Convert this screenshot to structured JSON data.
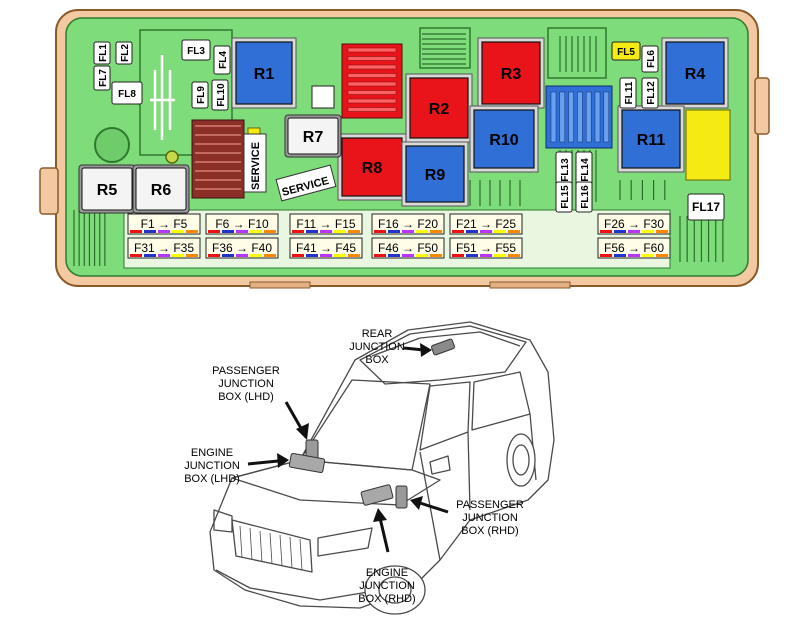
{
  "colors": {
    "housing": "#f2c9a0",
    "housing_stroke": "#8a5a2b",
    "board": "#7fdc7a",
    "board_dark": "#3b9a3b",
    "relay_blue": "#2f6fd6",
    "relay_red": "#e8141a",
    "module_yellow": "#f4ea14",
    "white_relay": "#f4f4f4",
    "fuse_white": "#ffffff"
  },
  "relays_large": [
    {
      "label": "R1",
      "color": "blue"
    },
    {
      "label": "R2",
      "color": "red"
    },
    {
      "label": "R3",
      "color": "red"
    },
    {
      "label": "R4",
      "color": "blue"
    },
    {
      "label": "R8",
      "color": "red"
    },
    {
      "label": "R9",
      "color": "blue"
    },
    {
      "label": "R10",
      "color": "blue"
    },
    {
      "label": "R11",
      "color": "blue"
    }
  ],
  "relays_small": [
    "R5",
    "R6",
    "R7"
  ],
  "fusible_links": [
    "FL1",
    "FL2",
    "FL3",
    "FL4",
    "FL5",
    "FL6",
    "FL7",
    "FL8",
    "FL9",
    "FL10",
    "FL11",
    "FL12",
    "FL13",
    "FL14",
    "FL15",
    "FL16",
    "FL17"
  ],
  "fuse_ranges": [
    {
      "from": "F1",
      "to": "F5"
    },
    {
      "from": "F6",
      "to": "F10"
    },
    {
      "from": "F11",
      "to": "F15"
    },
    {
      "from": "F16",
      "to": "F20"
    },
    {
      "from": "F21",
      "to": "F25"
    },
    {
      "from": "F26",
      "to": "F30"
    },
    {
      "from": "F31",
      "to": "F35"
    },
    {
      "from": "F36",
      "to": "F40"
    },
    {
      "from": "F41",
      "to": "F45"
    },
    {
      "from": "F46",
      "to": "F50"
    },
    {
      "from": "F51",
      "to": "F55"
    },
    {
      "from": "F56",
      "to": "F60"
    }
  ],
  "arrow_glyph": "→",
  "service_labels": [
    "SERVICE",
    "SERVICE"
  ],
  "callouts": [
    {
      "lines": [
        "REAR",
        "JUNCTION",
        "BOX"
      ]
    },
    {
      "lines": [
        "PASSENGER",
        "JUNCTION",
        "BOX (LHD)"
      ]
    },
    {
      "lines": [
        "ENGINE",
        "JUNCTION",
        "BOX (LHD)"
      ]
    },
    {
      "lines": [
        "PASSENGER",
        "JUNCTION",
        "BOX (RHD)"
      ]
    },
    {
      "lines": [
        "ENGINE",
        "JUNCTION",
        "BOX (RHD)"
      ]
    }
  ]
}
